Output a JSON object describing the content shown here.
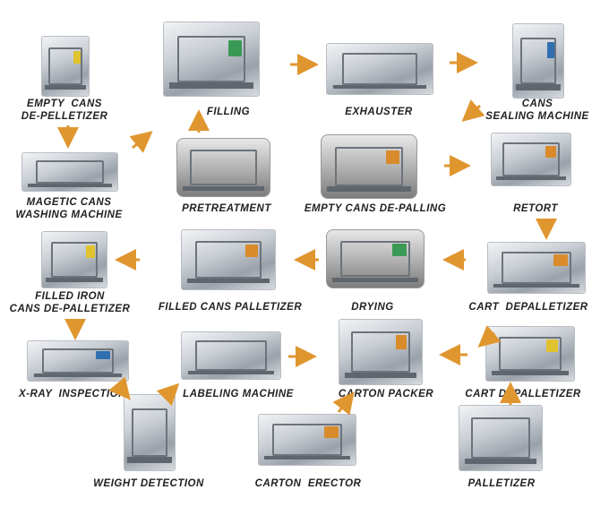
{
  "accent_color": "#e0962f",
  "labels": {
    "empty_cans_depalletizer": "EMPTY  CANS\nDE-PELLETIZER",
    "filling": "FILLING",
    "exhauster": "EXHAUSTER",
    "cans_sealing": "CANS\nSEALING MACHINE",
    "magetic_cans": "MAGETIC CANS\nWASHING MACHINE",
    "pretreatment": "PRETREATMENT",
    "empty_cans_depalling": "EMPTY CANS DE-PALLING",
    "retort": "RETORT",
    "filled_iron": "FILLED IRON\nCANS DE-PALLETIZER",
    "filled_cans_palletizer": "FILLED CANS PALLETIZER",
    "drying": "DRYING",
    "cart_depalletizer_1": "CART  DEPALLETIZER",
    "xray": "X-RAY  INSPECTION",
    "labeling": "LABELING MACHINE",
    "carton_packer": "CARTON PACKER",
    "cart_depalletizer_2": "CART DEPALLETIZER",
    "weight": "WEIGHT DETECTION",
    "carton_erector": "CARTON  ERECTOR",
    "palletizer": "PALLETIZER"
  }
}
